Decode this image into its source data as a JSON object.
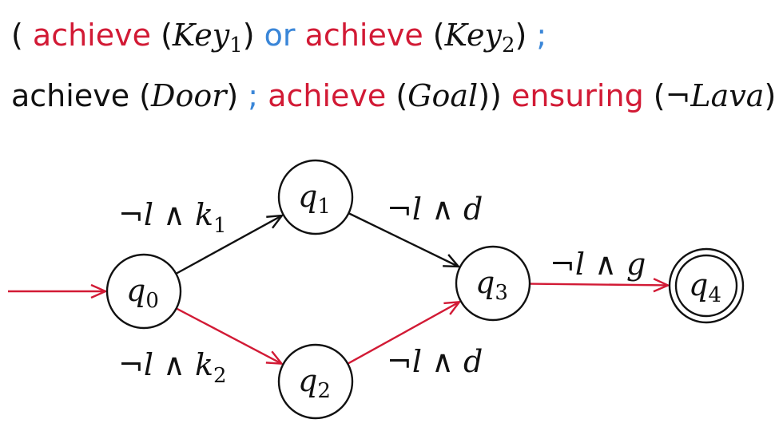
{
  "formula": {
    "line1": [
      {
        "text": "( ",
        "color": "black",
        "kind": "plain"
      },
      {
        "text": "achieve",
        "color": "red",
        "kind": "plain"
      },
      {
        "text": " (",
        "color": "black",
        "kind": "plain"
      },
      {
        "text": "Key",
        "color": "black",
        "kind": "math"
      },
      {
        "text": "1",
        "color": "black",
        "kind": "sub"
      },
      {
        "text": ") ",
        "color": "black",
        "kind": "plain"
      },
      {
        "text": "or",
        "color": "blue",
        "kind": "plain"
      },
      {
        "text": " ",
        "color": "black",
        "kind": "plain"
      },
      {
        "text": "achieve",
        "color": "red",
        "kind": "plain"
      },
      {
        "text": " (",
        "color": "black",
        "kind": "plain"
      },
      {
        "text": "Key",
        "color": "black",
        "kind": "math"
      },
      {
        "text": "2",
        "color": "black",
        "kind": "sub"
      },
      {
        "text": ") ",
        "color": "black",
        "kind": "plain"
      },
      {
        "text": ";",
        "color": "blue",
        "kind": "plain"
      }
    ],
    "line2": [
      {
        "text": "achieve",
        "color": "black",
        "kind": "plain"
      },
      {
        "text": " (",
        "color": "black",
        "kind": "plain"
      },
      {
        "text": "Door",
        "color": "black",
        "kind": "math"
      },
      {
        "text": ") ",
        "color": "black",
        "kind": "plain"
      },
      {
        "text": ";",
        "color": "blue",
        "kind": "plain"
      },
      {
        "text": "  ",
        "color": "black",
        "kind": "plain"
      },
      {
        "text": "achieve",
        "color": "red",
        "kind": "plain"
      },
      {
        "text": " (",
        "color": "black",
        "kind": "plain"
      },
      {
        "text": "Goal",
        "color": "black",
        "kind": "math"
      },
      {
        "text": ")) ",
        "color": "black",
        "kind": "plain"
      },
      {
        "text": "ensuring",
        "color": "red",
        "kind": "plain"
      },
      {
        "text": " (",
        "color": "black",
        "kind": "plain"
      },
      {
        "text": "¬Lava",
        "color": "black",
        "kind": "math"
      },
      {
        "text": ")",
        "color": "black",
        "kind": "plain"
      }
    ]
  },
  "colors": {
    "red": "#d21a35",
    "blue": "#3a86d8",
    "black": "#111111"
  },
  "automaton": {
    "states": [
      {
        "id": "q0",
        "base": "q",
        "sub": "0",
        "accepting": false,
        "initial": true
      },
      {
        "id": "q1",
        "base": "q",
        "sub": "1",
        "accepting": false,
        "initial": false
      },
      {
        "id": "q2",
        "base": "q",
        "sub": "2",
        "accepting": false,
        "initial": false
      },
      {
        "id": "q3",
        "base": "q",
        "sub": "3",
        "accepting": false,
        "initial": false
      },
      {
        "id": "q4",
        "base": "q",
        "sub": "4",
        "accepting": true,
        "initial": false
      }
    ],
    "edges": [
      {
        "id": "init-q0",
        "from": null,
        "to": "q0",
        "color": "red",
        "label": "",
        "label_sub": ""
      },
      {
        "id": "q0-q1",
        "from": "q0",
        "to": "q1",
        "color": "black",
        "label": "¬l ∧ k",
        "label_sub": "1"
      },
      {
        "id": "q1-q3",
        "from": "q1",
        "to": "q3",
        "color": "black",
        "label": "¬l ∧ d",
        "label_sub": ""
      },
      {
        "id": "q0-q2",
        "from": "q0",
        "to": "q2",
        "color": "red",
        "label": "¬l ∧ k",
        "label_sub": "2"
      },
      {
        "id": "q2-q3",
        "from": "q2",
        "to": "q3",
        "color": "red",
        "label": "¬l ∧ d",
        "label_sub": ""
      },
      {
        "id": "q3-q4",
        "from": "q3",
        "to": "q4",
        "color": "red",
        "label": "¬l ∧ g",
        "label_sub": ""
      }
    ]
  }
}
